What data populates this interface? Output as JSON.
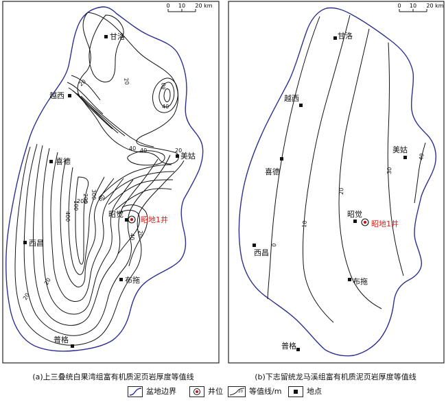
{
  "panel_a": {
    "caption": "(a)上三叠统白果湾组富有机质泥页岩厚度等值线",
    "scale": {
      "zero": "0",
      "mid": "10",
      "end": "20 km"
    },
    "places": {
      "ganluo": "甘洛",
      "yuexi": "越西",
      "xide": "喜德",
      "meigu": "美姑",
      "zhaojue": "昭觉",
      "xichang": "西昌",
      "butuo": "布拖",
      "puge": "普格"
    },
    "well": "昭地1井",
    "contour_labels": {
      "c20_a": "20",
      "c40_a": "40",
      "c80": "80",
      "c40_b": "40",
      "c40_c": "40",
      "c20_b": "20",
      "c100": "100",
      "c200": "200",
      "c300": "300",
      "c400": "400",
      "c40_d": "40",
      "c20_c": "20",
      "c20_d": "20",
      "c20_e": "20",
      "c200_b": "200",
      "c20_f": "20",
      "c60": "60"
    }
  },
  "panel_b": {
    "caption": "(b)下志留统龙马溪组富有机质泥页岩厚度等值线",
    "scale": {
      "zero": "0",
      "mid": "10",
      "end": "20 km"
    },
    "places": {
      "ganluo": "甘洛",
      "yuexi": "越西",
      "xide": "喜德",
      "meigu": "美姑",
      "zhaojue": "昭觉",
      "xichang": "西昌",
      "butuo": "布拖",
      "puge": "普格"
    },
    "well": "昭地1井",
    "contour_labels": {
      "c0": "0",
      "c10": "10",
      "c20": "20",
      "c30": "30",
      "c40": "40"
    }
  },
  "legend": {
    "basin_boundary": "盆地边界",
    "well_location": "井位",
    "contour_unit": "等值线/m",
    "place": "地点",
    "contour_sample_value": "20"
  },
  "colors": {
    "basin_boundary": "#2b2f8f",
    "contour": "#111111",
    "well_label": "#e0201b",
    "well_marker": "#c4161c",
    "frame": "#222222"
  }
}
